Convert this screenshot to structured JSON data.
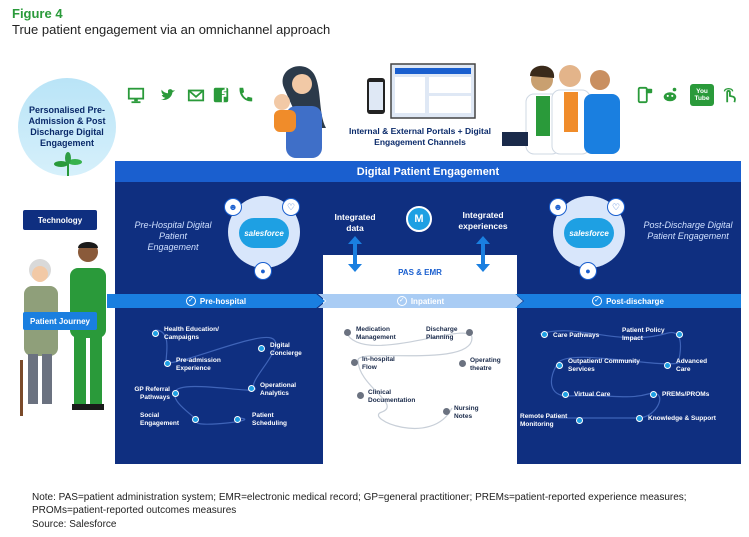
{
  "figure": {
    "label": "Figure 4",
    "title": "True patient engagement via an omnichannel approach"
  },
  "badge": {
    "text": "Personalised Pre-Admission & Post Discharge Digital Engagement"
  },
  "icons_left": [
    "monitor-icon",
    "twitter-icon",
    "mail-icon",
    "facebook-icon",
    "phone-icon"
  ],
  "icons_right": [
    "mobile-chat-icon",
    "reddit-icon",
    "youtube-icon",
    "touch-icon"
  ],
  "youtube_text": "You Tube",
  "portals_caption": "Internal & External Portals + Digital Engagement Channels",
  "dpe_title": "Digital Patient Engagement",
  "pre_hospital_label": "Pre-Hospital Digital Patient Engagement",
  "post_discharge_label": "Post-Discharge Digital Patient Engagement",
  "salesforce_label": "salesforce",
  "integrated_data": "Integrated data",
  "integrated_experiences": "Integrated experiences",
  "pas_emr": "PAS & EMR",
  "mulesoft_glyph": "M",
  "technology": "Technology",
  "patient_journey": "Patient Journey",
  "bands": {
    "pre": "Pre-hospital",
    "in": "Inpatient",
    "post": "Post-discharge"
  },
  "pre_steps": [
    "Health Education/ Campaigns",
    "Pre-admission Experience",
    "Digital Concierge",
    "GP Referral Pathways",
    "Operational Analytics",
    "Social Engagement",
    "Patient Scheduling"
  ],
  "in_steps": [
    "Medication Management",
    "Discharge Planning",
    "In-hospital Flow",
    "Operating theatre",
    "Clinical Documentation",
    "Nursing Notes"
  ],
  "post_steps": [
    "Care Pathways",
    "Patient Policy Impact",
    "Outpatient/ Community Services",
    "Advanced Care",
    "Virtual Care",
    "PREMs/PROMs",
    "Remote Patient Monitoring",
    "Knowledge & Support"
  ],
  "note": "Note: PAS=patient administration system; EMR=electronic medical record; GP=general practitioner; PREMs=patient-reported experience measures; PROMs=patient-reported outcomes measures",
  "source": "Source: Salesforce",
  "colors": {
    "green": "#2a9a3a",
    "navy": "#0f2f80",
    "blue": "#1a5fcf",
    "light_blue": "#1a7fe0"
  }
}
